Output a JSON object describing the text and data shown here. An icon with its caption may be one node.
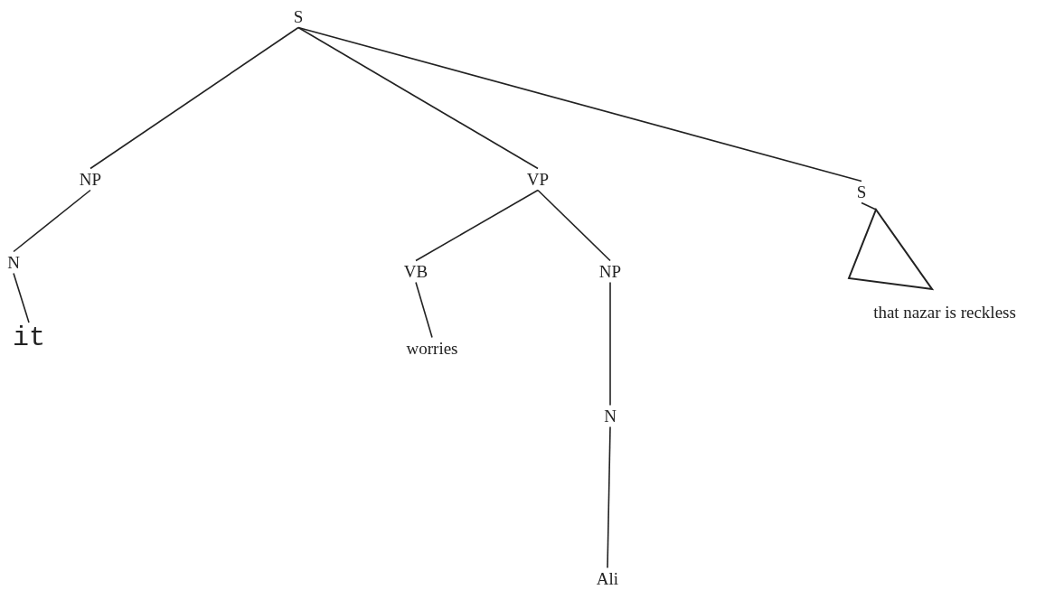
{
  "diagram": {
    "nodes": [
      {
        "text": [
          "S"
        ]
      },
      {
        "text": [
          "NP"
        ]
      },
      {
        "text": [
          "VP"
        ]
      },
      {
        "text": [
          "S"
        ]
      },
      {
        "text": [
          "N"
        ]
      },
      {
        "text": [
          "VB"
        ]
      },
      {
        "text": [
          "NP"
        ]
      },
      {
        "text": [],
        "shape": "triangle",
        "beside": [
          "that nazar is reckless"
        ]
      },
      {
        "text": [
          "it"
        ]
      },
      {
        "text": [
          "worries"
        ]
      },
      {
        "text": [
          "N"
        ]
      },
      {
        "text": [
          "Ali"
        ]
      }
    ],
    "edges": [
      {
        "from": 0,
        "to": 1,
        "arrow": "none"
      },
      {
        "from": 0,
        "to": 2,
        "arrow": "none"
      },
      {
        "from": 0,
        "to": 3,
        "arrow": "none"
      },
      {
        "from": 1,
        "to": 4,
        "arrow": "none"
      },
      {
        "from": 2,
        "to": 5,
        "arrow": "none"
      },
      {
        "from": 2,
        "to": 6,
        "arrow": "none"
      },
      {
        "from": 3,
        "to": 7,
        "arrow": "none"
      },
      {
        "from": 4,
        "to": 8,
        "arrow": "none"
      },
      {
        "from": 5,
        "to": 9,
        "arrow": "none"
      },
      {
        "from": 6,
        "to": 10,
        "arrow": "none"
      },
      {
        "from": 10,
        "to": 11,
        "arrow": "none"
      }
    ]
  }
}
